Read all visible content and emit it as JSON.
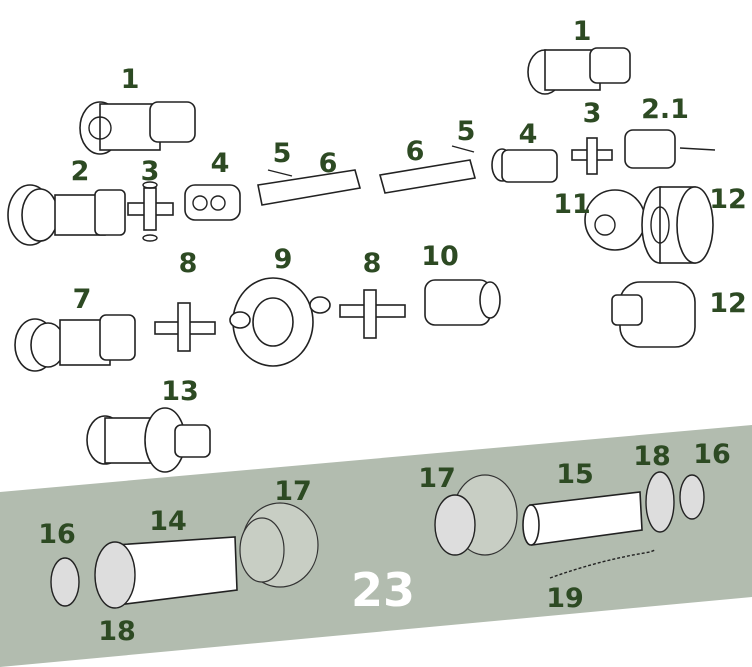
{
  "colors": {
    "label": "#2d4a23",
    "band": "#b2bcaf",
    "band_label": "#ffffff"
  },
  "labels": {
    "yoke_1_left": "1",
    "yoke_1_right": "1",
    "yoke_2": "2",
    "cross_3_left": "3",
    "tube_yoke_4_left": "4",
    "pin_5_left": "5",
    "tube_6_left": "6",
    "tube_6_right": "6",
    "pin_5_right": "5",
    "tube_yoke_4_right": "4",
    "cross_3_right": "3",
    "yoke_2_1": "2.1",
    "flange_11": "11",
    "clutch_12_top": "12",
    "clutch_12_bottom": "12",
    "yoke_7": "7",
    "cross_8_left": "8",
    "centre_9": "9",
    "cross_8_right": "8",
    "yoke_10": "10",
    "yoke_13": "13",
    "ring_16_left": "16",
    "guard_14": "14",
    "cone_17_left": "17",
    "bearing_18_left": "18",
    "set_23": "23",
    "cone_17_right": "17",
    "guard_15": "15",
    "bearing_18_right": "18",
    "ring_16_right": "16",
    "chain_19": "19"
  }
}
